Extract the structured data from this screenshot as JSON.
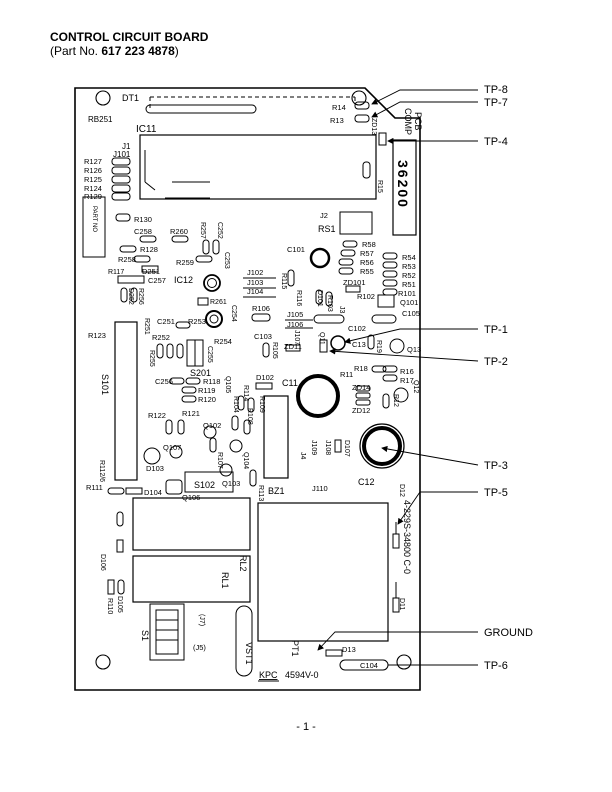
{
  "header": {
    "title": "CONTROL CIRCUIT BOARD",
    "part_prefix": "(Part No. ",
    "part_number": "617 223 4878",
    "part_suffix": ")"
  },
  "board": {
    "labels": {
      "DT1": "DT1",
      "RB251": "RB251",
      "IC11": "IC11",
      "J1": "J1",
      "J101": "J101",
      "R127": "R127",
      "R126": "R126",
      "R125": "R125",
      "R124": "R124",
      "R129": "R129",
      "PART_NO": "PART NO",
      "R130": "R130",
      "R14": "R14",
      "R13": "R13",
      "PCB": "PCB",
      "COMP": "COMP",
      "ZD13": "ZD13",
      "R15": "R15",
      "board_number": "36200",
      "J2": "J2",
      "RS1": "RS1",
      "C258": "C258",
      "R260": "R260",
      "R257": "R257",
      "C252": "C252",
      "R128": "R128",
      "R258": "R258",
      "R259": "R259",
      "C253": "C253",
      "D251": "D251",
      "C257": "C257",
      "R117": "R117",
      "D252": "D252",
      "R256": "R256",
      "R123": "R123",
      "IC12": "IC12",
      "R261": "R261",
      "J102": "J102",
      "J103": "J103",
      "J104": "J104",
      "R106": "R106",
      "C101": "C101",
      "R58": "R58",
      "R57": "R57",
      "R56": "R56",
      "R55": "R55",
      "R54": "R54",
      "R53": "R53",
      "R52": "R52",
      "R51": "R51",
      "R101": "R101",
      "R102": "R102",
      "ZD101": "ZD101",
      "Q101": "Q101",
      "C105": "C105",
      "R115": "R115",
      "R116": "R116",
      "D101": "D101",
      "R103": "R103",
      "J3": "J3",
      "C102": "C102",
      "J105": "J105",
      "J106": "J106",
      "C251": "C251",
      "R253": "R253",
      "C254": "C254",
      "R251": "R251",
      "R252": "R252",
      "R254": "R254",
      "C255": "C255",
      "R255": "R255",
      "C103": "C103",
      "R105": "R105",
      "J107": "J107",
      "ZD11": "ZD11",
      "Q11": "Q11",
      "C13": "C13",
      "R19": "R19",
      "Q13": "Q13",
      "S101": "S101",
      "S201": "S201",
      "C256": "C256",
      "R118": "R118",
      "R119": "R119",
      "R120": "R120",
      "Q105": "Q105",
      "D102": "D102",
      "C11": "C11",
      "R18": "R18",
      "R11": "R11",
      "R16": "R16",
      "R17": "R17",
      "ZD14": "ZD14",
      "ZD12": "ZD12",
      "R12": "R12",
      "Q12": "Q12",
      "R114": "R114",
      "R104": "R104",
      "R109": "R109",
      "R108": "R108",
      "R107": "R107",
      "R122": "R122",
      "R121": "R121",
      "Q102": "Q102",
      "Q107": "Q107",
      "Q104": "Q104",
      "Q103": "Q103",
      "J109": "J109",
      "J108": "J108",
      "J4": "J4",
      "D107": "D107",
      "J110": "J110",
      "C12": "C12",
      "R112": "R112/6",
      "D103": "D103",
      "R111": "R111",
      "D104": "D104",
      "Q106": "Q106",
      "S102": "S102",
      "R113": "R113",
      "BZ1": "BZ1",
      "D12": "D12",
      "part_code": "4-229S-34800 C-0",
      "D11": "D11",
      "RL2": "RL2",
      "RL1": "RL1",
      "D106": "D106",
      "D105": "D105",
      "R110": "R110",
      "S1": "S1",
      "J7": "(J7)",
      "J5": "(J5)",
      "VST1": "VST1",
      "PT1": "PT1",
      "D13": "D13",
      "C104": "C104",
      "KPC": "KPC",
      "board_code": "4594V-0"
    }
  },
  "callouts": {
    "tp8": "TP-8",
    "tp7": "TP-7",
    "tp4": "TP-4",
    "tp1": "TP-1",
    "tp2": "TP-2",
    "tp3": "TP-3",
    "tp5": "TP-5",
    "ground": "GROUND",
    "tp6": "TP-6"
  },
  "footer": {
    "page": "- 1 -"
  }
}
